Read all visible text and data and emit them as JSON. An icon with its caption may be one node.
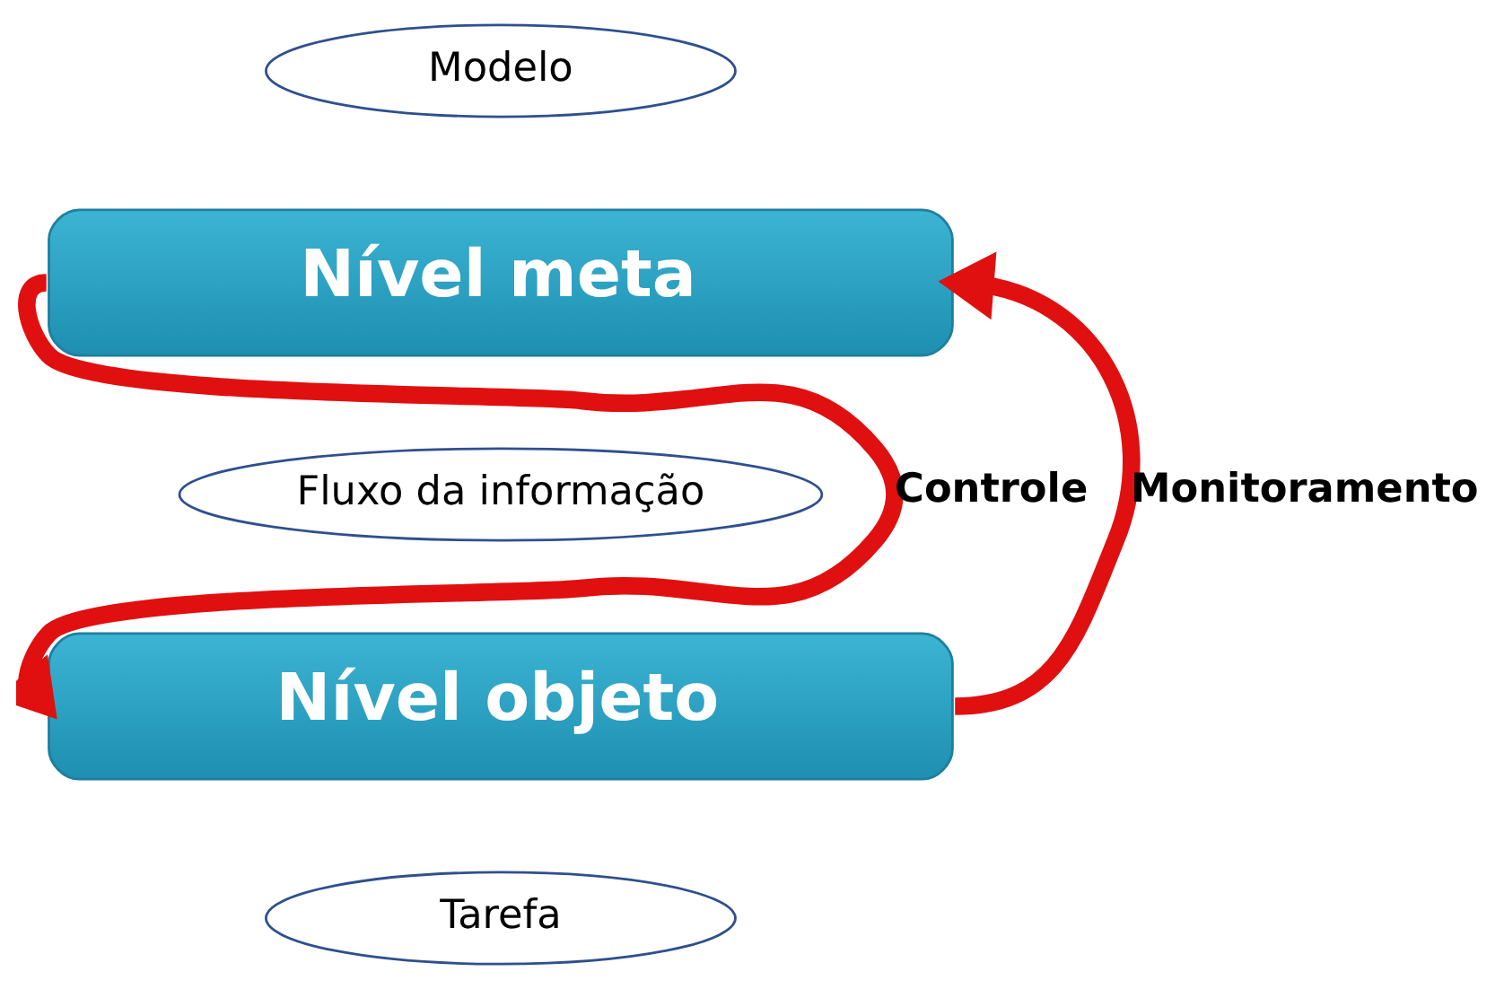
{
  "diagram": {
    "nodes": [
      {
        "text": [
          "Modelo"
        ]
      },
      {
        "text": [
          "Nível meta"
        ]
      },
      {
        "text": [
          "Fluxo da informação"
        ]
      },
      {
        "text": [
          "Nível objeto"
        ]
      },
      {
        "text": [
          "Tarefa"
        ]
      }
    ],
    "edges": [
      {
        "from": 1,
        "to": 3,
        "arrow": "to",
        "label": "Controle"
      },
      {
        "from": 3,
        "to": 1,
        "arrow": "to",
        "label": "Monitoramento"
      }
    ]
  }
}
